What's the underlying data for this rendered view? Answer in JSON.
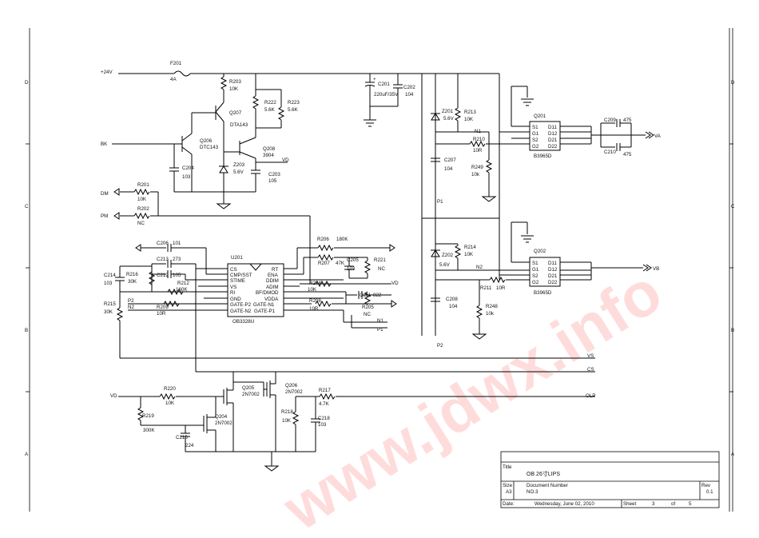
{
  "watermark": "www.jdwx.info",
  "border": {
    "left_letters": [
      "D",
      "C",
      "B",
      "A"
    ],
    "right_letters": [
      "D",
      "C",
      "B",
      "A"
    ]
  },
  "nets": {
    "v24": "+24V",
    "bk": "BK",
    "dm": "DM",
    "pm": "PM",
    "vd": "VD",
    "va": "VA",
    "vb": "VB",
    "vs": "VS",
    "cs": "CS",
    "olp": "OLP",
    "n1": "N1",
    "n2": "N2",
    "p1": "P1",
    "p2": "P2",
    "vd_right": "VD",
    "n1_low": "N1",
    "p1_low": "P1",
    "vd_mid": "VD",
    "p2_left": "P2",
    "n2_left": "N2"
  },
  "parts": {
    "F201": {
      "ref": "F201",
      "val": "4A"
    },
    "R203": {
      "ref": "R203",
      "val": "10K"
    },
    "Q207": {
      "ref": "Q207",
      "val": "DTA143"
    },
    "R222": {
      "ref": "R222",
      "val": "5.6K"
    },
    "R223": {
      "ref": "R223",
      "val": "5.6K"
    },
    "Q206": {
      "ref": "Q206",
      "val": "DTC143"
    },
    "Q208": {
      "ref": "Q208",
      "val": "3904"
    },
    "C204": {
      "ref": "C204",
      "val": "103"
    },
    "Z203": {
      "ref": "Z203",
      "val": "5.6V"
    },
    "C203": {
      "ref": "C203",
      "val": "105"
    },
    "R201": {
      "ref": "R201",
      "val": "10K"
    },
    "R202": {
      "ref": "R202",
      "val": "NC"
    },
    "C201": {
      "ref": "C201",
      "val": "220uF/35V"
    },
    "C202": {
      "ref": "C202",
      "val": "104"
    },
    "Z201": {
      "ref": "Z201",
      "val": "5.6V"
    },
    "R213": {
      "ref": "R213",
      "val": "10K"
    },
    "R210": {
      "ref": "R210",
      "val": "10R"
    },
    "C207": {
      "ref": "C207",
      "val": "104"
    },
    "R249": {
      "ref": "R249",
      "val": "10k"
    },
    "Q201": {
      "ref": "Q201",
      "val": "B3965D"
    },
    "C209": {
      "ref": "C209",
      "val": "475"
    },
    "C210": {
      "ref": "C210",
      "val": "475"
    },
    "C206": {
      "ref": "C206",
      "val": "101"
    },
    "C213": {
      "ref": "C213",
      "val": "273"
    },
    "C212": {
      "ref": "C212",
      "val": "105"
    },
    "C214": {
      "ref": "C214",
      "val": "103"
    },
    "R216": {
      "ref": "R216",
      "val": "30K"
    },
    "R212": {
      "ref": "R212",
      "val": "160K"
    },
    "R215": {
      "ref": "R215",
      "val": "30K"
    },
    "R209": {
      "ref": "R209",
      "val": "10R"
    },
    "U201": {
      "ref": "U201",
      "val": "OB3328U"
    },
    "R206": {
      "ref": "R206",
      "val": "180K"
    },
    "R207": {
      "ref": "R207",
      "val": "47K"
    },
    "C205": {
      "ref": "C205",
      "val": "103"
    },
    "R221": {
      "ref": "R221",
      "val": "NC"
    },
    "R204": {
      "ref": "R204",
      "val": "10K"
    },
    "C211": {
      "ref": "C211",
      "val": "822"
    },
    "R208": {
      "ref": "R208",
      "val": "10R"
    },
    "R205": {
      "ref": "R205",
      "val": "NC"
    },
    "Z202": {
      "ref": "Z202",
      "val": "5.6V"
    },
    "R214": {
      "ref": "R214",
      "val": "10K"
    },
    "C208": {
      "ref": "C208",
      "val": "104"
    },
    "R211": {
      "ref": "R211",
      "val": "10R"
    },
    "R248": {
      "ref": "R248",
      "val": "10k"
    },
    "Q202": {
      "ref": "Q202",
      "val": "B3965D"
    },
    "R220": {
      "ref": "R220",
      "val": "10K"
    },
    "Q205": {
      "ref": "Q205",
      "val": "2N7002"
    },
    "Q206b": {
      "ref": "Q206",
      "val": "2N7002"
    },
    "R217": {
      "ref": "R217",
      "val": "4.7K"
    },
    "R219": {
      "ref": "R219",
      "val": "300K"
    },
    "Q204": {
      "ref": "Q204",
      "val": "2N7002"
    },
    "C215": {
      "ref": "C215",
      "val": "224"
    },
    "R218": {
      "ref": "R218",
      "val": "10K"
    },
    "C218": {
      "ref": "C218",
      "val": "103"
    }
  },
  "u201_pins_left": [
    "CS",
    "CMP/SST",
    "STIME",
    "VS",
    "RI",
    "GND",
    "GATE-P2",
    "GATE-N2"
  ],
  "u201_pins_right": [
    "RT",
    "ENA",
    "DDIM",
    "ADIM",
    "BF/DMOD",
    "VDDA",
    "GATE-N1",
    "GATE-P1"
  ],
  "q_pins_left": [
    "S1",
    "G1",
    "S2",
    "G2"
  ],
  "q_pins_right": [
    "D11",
    "D12",
    "D21",
    "D22"
  ],
  "title_block": {
    "title_label": "Title",
    "title": "OB 26寸LIPS",
    "size_label": "Size",
    "size": "A3",
    "docnum_label": "Document Number",
    "docnum": "NO.3",
    "rev_label": "Rev",
    "rev": "0.1",
    "date_label": "Date:",
    "date": "Wednesday, June 02, 2010",
    "sheet_label": "Sheet",
    "sheet": "3",
    "of_label": "of",
    "of": "5"
  }
}
